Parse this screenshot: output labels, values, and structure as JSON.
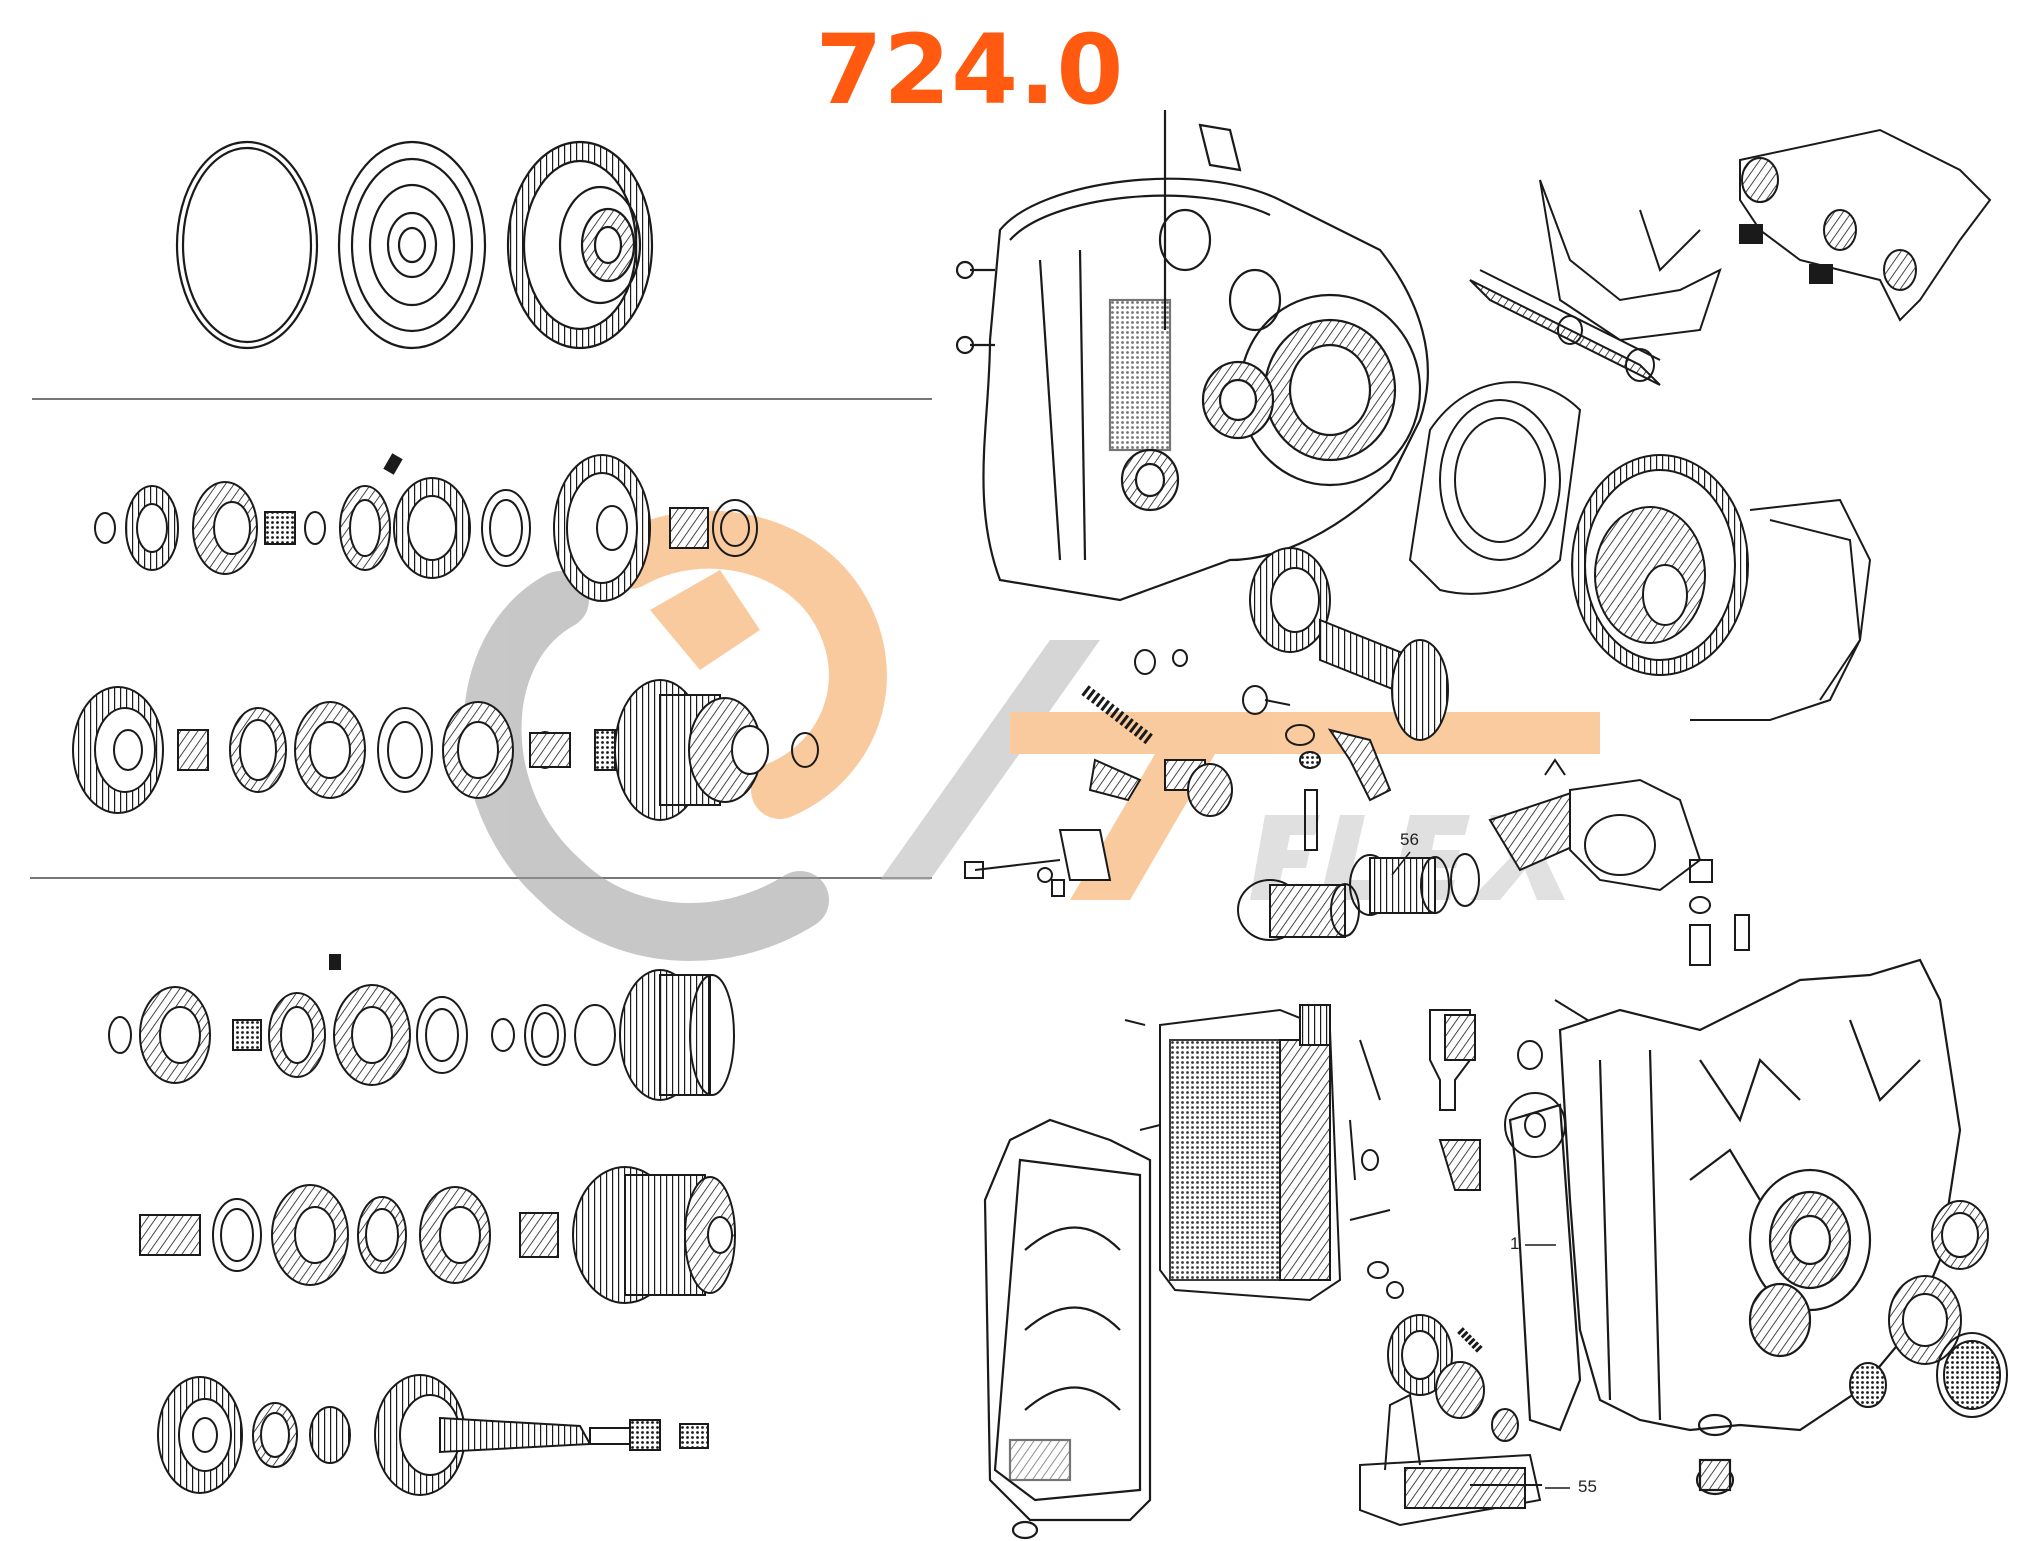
{
  "diagram": {
    "title": "724.0",
    "callouts": [
      {
        "id": "c56",
        "label": "56"
      },
      {
        "id": "c1",
        "label": "1"
      },
      {
        "id": "c55",
        "label": "55"
      }
    ],
    "watermark_icon": "atflex-logo-icon",
    "colors": {
      "title": "#FF5A0F",
      "line_art": "#1a1a1a",
      "watermark_orange": "#F5A04F",
      "watermark_gray": "#9A9A9A"
    }
  }
}
